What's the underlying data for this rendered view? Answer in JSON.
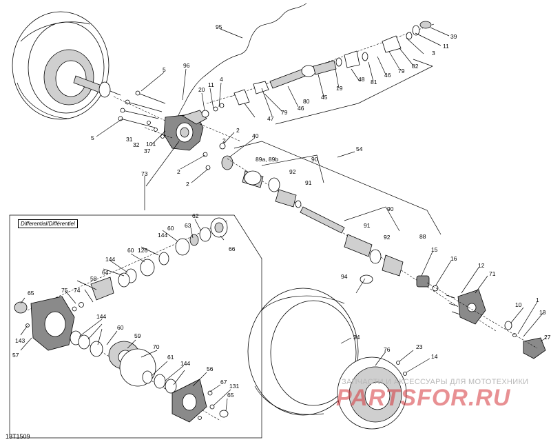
{
  "reference_code": "13T1509",
  "inset_title": "Differential/Différentiel",
  "watermark": {
    "subtitle": "ЗАПЧАСТИ И АКСЕССУАРЫ ДЛЯ МОТОТЕХНИКИ",
    "brand": "PARTSFOR.RU"
  },
  "callouts": [
    "95",
    "39",
    "11",
    "3",
    "82",
    "79",
    "46",
    "81",
    "48",
    "19",
    "45",
    "80",
    "46",
    "47",
    "79",
    "5",
    "96",
    "4",
    "11",
    "20",
    "40",
    "2",
    "2",
    "2",
    "2",
    "31",
    "32",
    "37",
    "101",
    "73",
    "5",
    "54",
    "90",
    "89a, 89b",
    "92",
    "91",
    "90",
    "91",
    "92",
    "88",
    "94",
    "15",
    "16",
    "12",
    "71",
    "10",
    "1",
    "13",
    "27",
    "34",
    "76",
    "23",
    "14",
    "62",
    "63",
    "66",
    "144",
    "60",
    "60",
    "126",
    "144",
    "58",
    "64",
    "74",
    "75",
    "65",
    "144",
    "60",
    "143",
    "57",
    "59",
    "70",
    "61",
    "144",
    "56",
    "67",
    "131",
    "65"
  ]
}
